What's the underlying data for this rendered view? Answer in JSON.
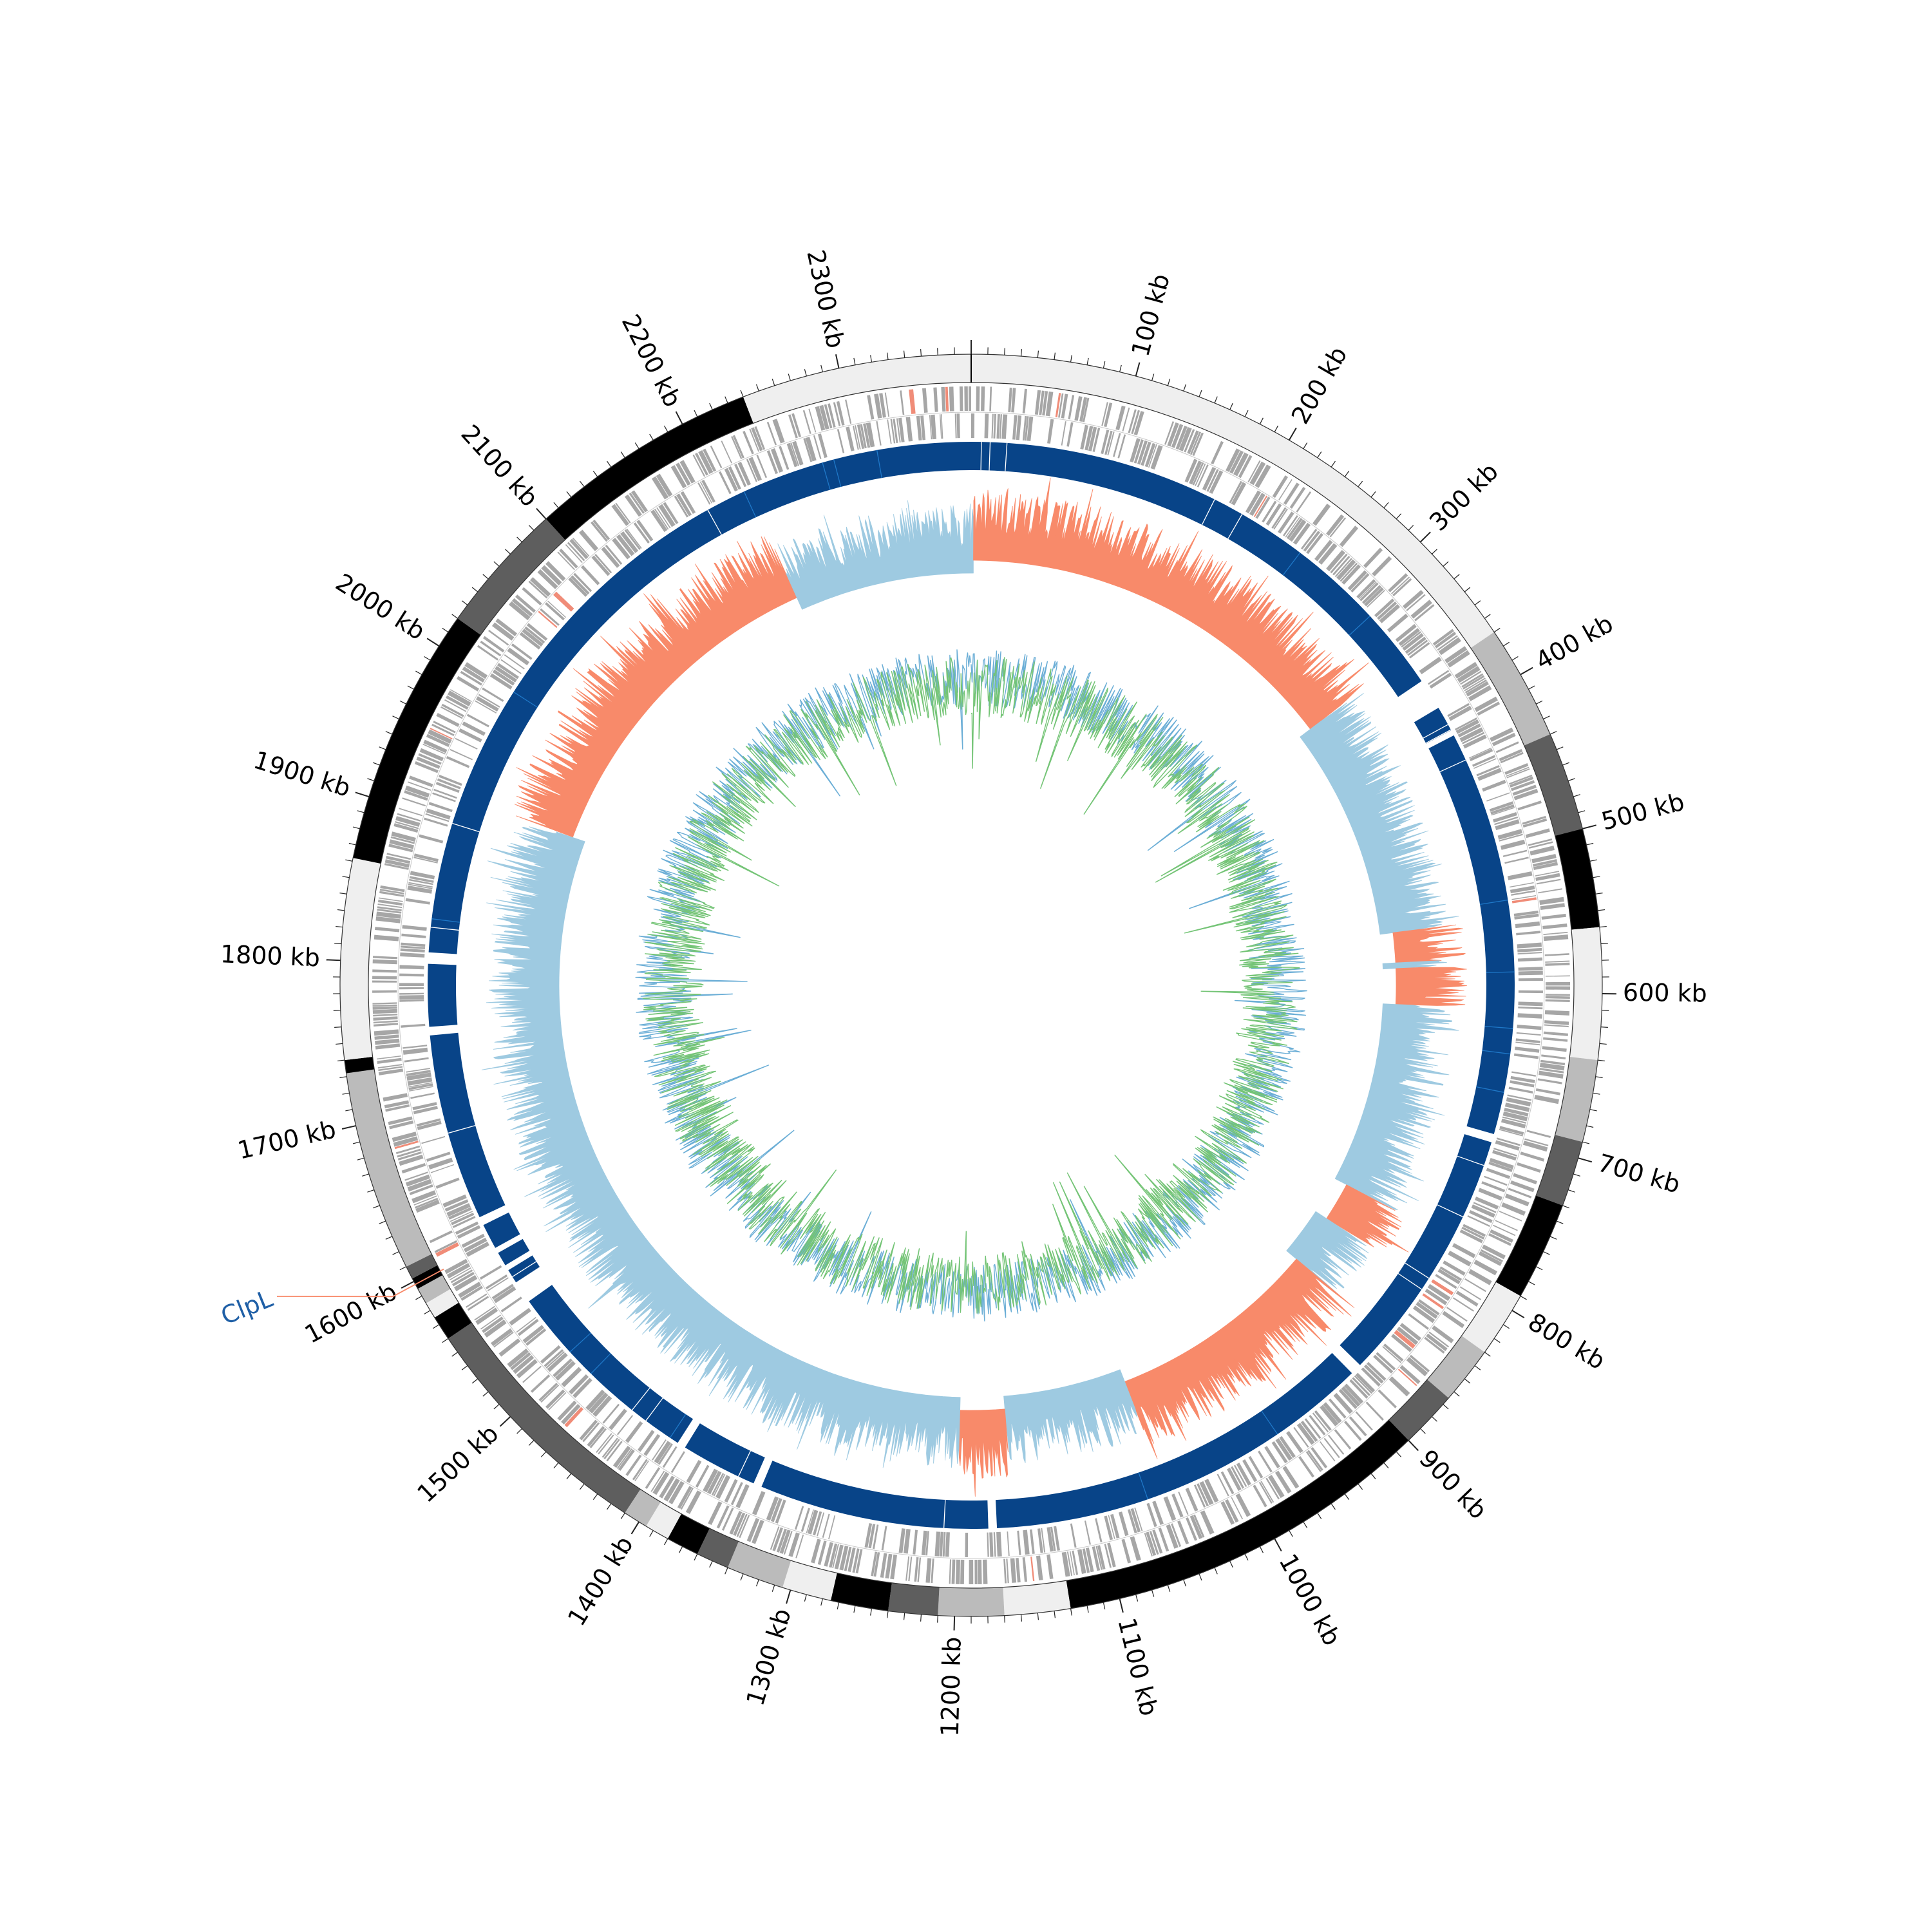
{
  "chart_data": {
    "type": "circular-genome",
    "genome_length_kb": 2380,
    "tick_labels": [
      {
        "kb": 100,
        "label": "100 kb"
      },
      {
        "kb": 200,
        "label": "200 kb"
      },
      {
        "kb": 300,
        "label": "300 kb"
      },
      {
        "kb": 400,
        "label": "400 kb"
      },
      {
        "kb": 500,
        "label": "500 kb"
      },
      {
        "kb": 600,
        "label": "600 kb"
      },
      {
        "kb": 700,
        "label": "700 kb"
      },
      {
        "kb": 800,
        "label": "800 kb"
      },
      {
        "kb": 900,
        "label": "900 kb"
      },
      {
        "kb": 1000,
        "label": "1000 kb"
      },
      {
        "kb": 1100,
        "label": "1100 kb"
      },
      {
        "kb": 1200,
        "label": "1200 kb"
      },
      {
        "kb": 1300,
        "label": "1300 kb"
      },
      {
        "kb": 1400,
        "label": "1400 kb"
      },
      {
        "kb": 1500,
        "label": "1500 kb"
      },
      {
        "kb": 1600,
        "label": "1600 kb"
      },
      {
        "kb": 1700,
        "label": "1700 kb"
      },
      {
        "kb": 1800,
        "label": "1800 kb"
      },
      {
        "kb": 1900,
        "label": "1900 kb"
      },
      {
        "kb": 2000,
        "label": "2000 kb"
      },
      {
        "kb": 2100,
        "label": "2100 kb"
      },
      {
        "kb": 2200,
        "label": "2200 kb"
      },
      {
        "kb": 2300,
        "label": "2300 kb"
      }
    ],
    "minor_tick_interval_kb": 10,
    "annotation": {
      "label": "ClpL",
      "kb": 1598,
      "color": "#1f5fa6"
    },
    "contig_blocks": [
      {
        "start": 0,
        "end": 370,
        "shade": "#efefef"
      },
      {
        "start": 370,
        "end": 440,
        "shade": "#bbbbbb"
      },
      {
        "start": 440,
        "end": 500,
        "shade": "#5e5e5e"
      },
      {
        "start": 500,
        "end": 560,
        "shade": "#000000"
      },
      {
        "start": 560,
        "end": 640,
        "shade": "#efefef"
      },
      {
        "start": 640,
        "end": 690,
        "shade": "#bbbbbb"
      },
      {
        "start": 690,
        "end": 730,
        "shade": "#5e5e5e"
      },
      {
        "start": 730,
        "end": 790,
        "shade": "#000000"
      },
      {
        "start": 790,
        "end": 830,
        "shade": "#efefef"
      },
      {
        "start": 830,
        "end": 865,
        "shade": "#bbbbbb"
      },
      {
        "start": 865,
        "end": 900,
        "shade": "#5e5e5e"
      },
      {
        "start": 900,
        "end": 1130,
        "shade": "#000000"
      },
      {
        "start": 1130,
        "end": 1170,
        "shade": "#efefef"
      },
      {
        "start": 1170,
        "end": 1210,
        "shade": "#bbbbbb"
      },
      {
        "start": 1210,
        "end": 1240,
        "shade": "#5e5e5e"
      },
      {
        "start": 1240,
        "end": 1275,
        "shade": "#000000"
      },
      {
        "start": 1275,
        "end": 1305,
        "shade": "#efefef"
      },
      {
        "start": 1305,
        "end": 1340,
        "shade": "#bbbbbb"
      },
      {
        "start": 1340,
        "end": 1360,
        "shade": "#5e5e5e"
      },
      {
        "start": 1360,
        "end": 1380,
        "shade": "#000000"
      },
      {
        "start": 1380,
        "end": 1395,
        "shade": "#efefef"
      },
      {
        "start": 1395,
        "end": 1410,
        "shade": "#bbbbbb"
      },
      {
        "start": 1410,
        "end": 1560,
        "shade": "#5e5e5e"
      },
      {
        "start": 1560,
        "end": 1575,
        "shade": "#000000"
      },
      {
        "start": 1575,
        "end": 1585,
        "shade": "#efefef"
      },
      {
        "start": 1585,
        "end": 1595,
        "shade": "#bbbbbb"
      },
      {
        "start": 1595,
        "end": 1602,
        "shade": "#000000"
      },
      {
        "start": 1602,
        "end": 1610,
        "shade": "#5e5e5e"
      },
      {
        "start": 1610,
        "end": 1732,
        "shade": "#bbbbbb"
      },
      {
        "start": 1732,
        "end": 1740,
        "shade": "#000000"
      },
      {
        "start": 1740,
        "end": 1862,
        "shade": "#efefef"
      },
      {
        "start": 1862,
        "end": 2020,
        "shade": "#000000"
      },
      {
        "start": 2020,
        "end": 2100,
        "shade": "#5e5e5e"
      },
      {
        "start": 2100,
        "end": 2240,
        "shade": "#000000"
      },
      {
        "start": 2240,
        "end": 2380,
        "shade": "#efefef"
      }
    ],
    "blast_identity_segments": [
      {
        "start": 0,
        "end": 370
      },
      {
        "start": 392,
        "end": 410
      },
      {
        "start": 414,
        "end": 700
      },
      {
        "start": 706,
        "end": 888
      },
      {
        "start": 896,
        "end": 1172
      },
      {
        "start": 1178,
        "end": 1340
      },
      {
        "start": 1346,
        "end": 1400
      },
      {
        "start": 1406,
        "end": 1550
      },
      {
        "start": 1566,
        "end": 1576
      },
      {
        "start": 1580,
        "end": 1590
      },
      {
        "start": 1594,
        "end": 1612
      },
      {
        "start": 1618,
        "end": 1750
      },
      {
        "start": 1756,
        "end": 1800
      },
      {
        "start": 1808,
        "end": 2380
      }
    ],
    "gc_skew_regions": [
      {
        "start": 0,
        "end": 2,
        "sign": "negative"
      },
      {
        "start": 2,
        "end": 350,
        "sign": "positive"
      },
      {
        "start": 350,
        "end": 548,
        "sign": "negative"
      },
      {
        "start": 548,
        "end": 575,
        "sign": "positive"
      },
      {
        "start": 575,
        "end": 580,
        "sign": "negative"
      },
      {
        "start": 580,
        "end": 612,
        "sign": "positive"
      },
      {
        "start": 612,
        "end": 780,
        "sign": "negative"
      },
      {
        "start": 780,
        "end": 815,
        "sign": "positive"
      },
      {
        "start": 815,
        "end": 860,
        "sign": "negative"
      },
      {
        "start": 860,
        "end": 1050,
        "sign": "positive"
      },
      {
        "start": 1050,
        "end": 1160,
        "sign": "negative"
      },
      {
        "start": 1160,
        "end": 1200,
        "sign": "positive"
      },
      {
        "start": 1200,
        "end": 1920,
        "sign": "negative"
      },
      {
        "start": 1920,
        "end": 2220,
        "sign": "positive"
      },
      {
        "start": 2220,
        "end": 2380,
        "sign": "negative"
      }
    ],
    "colors": {
      "gene_bars": "#a6a6a6",
      "gene_highlight": "#f08c78",
      "blast_ring": "#084488",
      "blast_alt": "#1f78c8",
      "skew_positive": "#f88a6a",
      "skew_negative": "#9ecae1",
      "gc_content_line": "#74c476",
      "gc_content_alt": "#6baed6",
      "contig_outline": "#333333"
    }
  }
}
